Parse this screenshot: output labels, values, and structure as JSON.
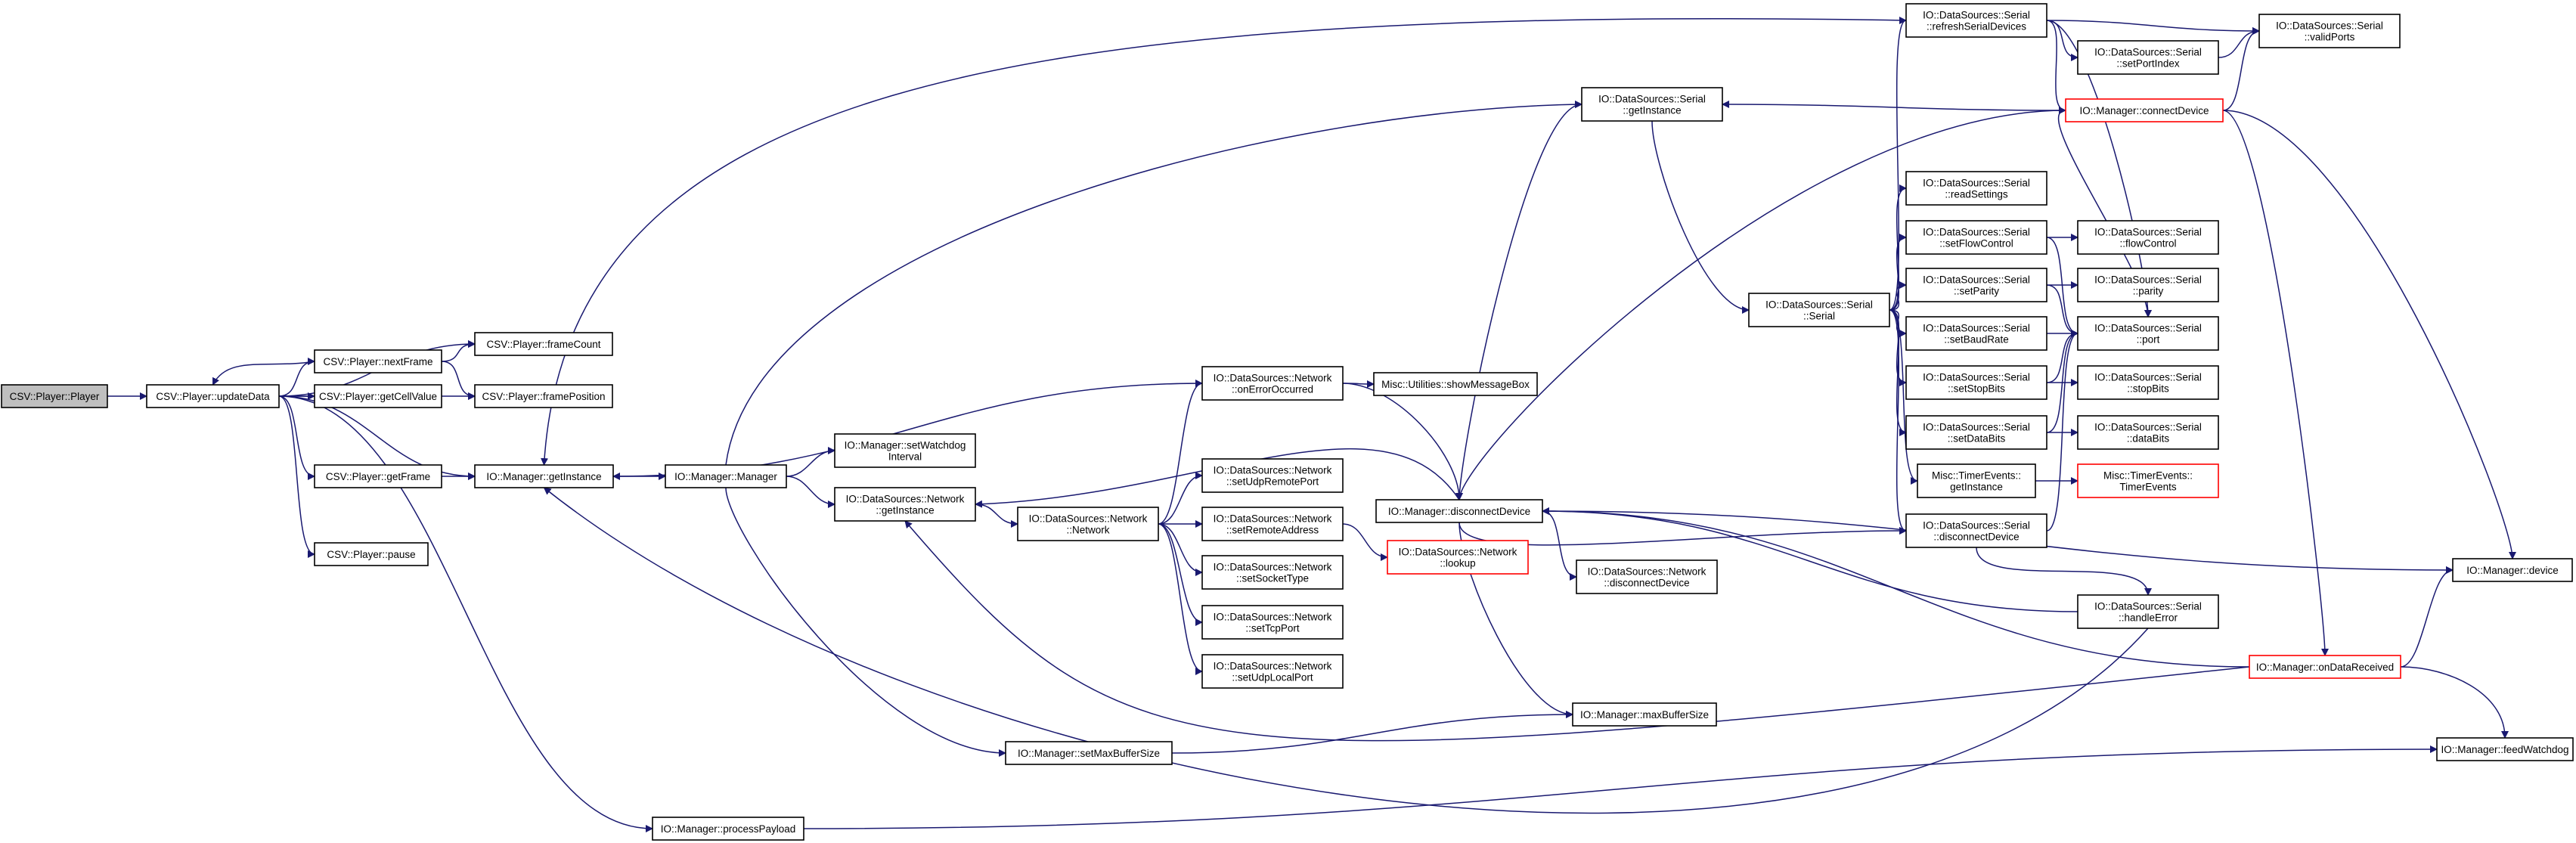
{
  "nodes": {
    "n_player": [
      "CSV::Player::Player"
    ],
    "n_update": [
      "CSV::Player::updateData"
    ],
    "n_framecount": [
      "CSV::Player::frameCount"
    ],
    "n_nextframe": [
      "CSV::Player::nextFrame"
    ],
    "n_getcell": [
      "CSV::Player::getCellValue"
    ],
    "n_framepos": [
      "CSV::Player::framePosition"
    ],
    "n_getframe": [
      "CSV::Player::getFrame"
    ],
    "n_pause": [
      "CSV::Player::pause"
    ],
    "n_mgr_getinst": [
      "IO::Manager::getInstance"
    ],
    "n_mgr_mgr": [
      "IO::Manager::Manager"
    ],
    "n_setwatchdog": [
      "IO::Manager::setWatchdog",
      "Interval"
    ],
    "n_net_getinst": [
      "IO::DataSources::Network",
      "::getInstance"
    ],
    "n_net_onerror": [
      "IO::DataSources::Network",
      "::onErrorOccurred"
    ],
    "n_showmsg": [
      "Misc::Utilities::showMessageBox"
    ],
    "n_net_network": [
      "IO::DataSources::Network",
      "::Network"
    ],
    "n_net_setudpremote": [
      "IO::DataSources::Network",
      "::setUdpRemotePort"
    ],
    "n_net_setremote": [
      "IO::DataSources::Network",
      "::setRemoteAddress"
    ],
    "n_net_setsock": [
      "IO::DataSources::Network",
      "::setSocketType"
    ],
    "n_net_settcp": [
      "IO::DataSources::Network",
      "::setTcpPort"
    ],
    "n_net_setudplocal": [
      "IO::DataSources::Network",
      "::setUdpLocalPort"
    ],
    "n_net_lookup": [
      "IO::DataSources::Network",
      "::lookup"
    ],
    "n_mgr_setmaxbuf": [
      "IO::Manager::setMaxBufferSize"
    ],
    "n_mgr_processpayload": [
      "IO::Manager::processPayload"
    ],
    "n_mgr_disconnect": [
      "IO::Manager::disconnectDevice"
    ],
    "n_net_disconnect": [
      "IO::DataSources::Network",
      "::disconnectDevice"
    ],
    "n_mgr_maxbuf": [
      "IO::Manager::maxBufferSize"
    ],
    "n_ser_getinst": [
      "IO::DataSources::Serial",
      "::getInstance"
    ],
    "n_ser_serial": [
      "IO::DataSources::Serial",
      "::Serial"
    ],
    "n_ser_refresh": [
      "IO::DataSources::Serial",
      "::refreshSerialDevices"
    ],
    "n_ser_setportindex": [
      "IO::DataSources::Serial",
      "::setPortIndex"
    ],
    "n_ser_validports": [
      "IO::DataSources::Serial",
      "::validPorts"
    ],
    "n_mgr_connect": [
      "IO::Manager::connectDevice"
    ],
    "n_ser_readsettings": [
      "IO::DataSources::Serial",
      "::readSettings"
    ],
    "n_ser_setflow": [
      "IO::DataSources::Serial",
      "::setFlowControl"
    ],
    "n_ser_flow": [
      "IO::DataSources::Serial",
      "::flowControl"
    ],
    "n_ser_setparity": [
      "IO::DataSources::Serial",
      "::setParity"
    ],
    "n_ser_parity": [
      "IO::DataSources::Serial",
      "::parity"
    ],
    "n_ser_setbaud": [
      "IO::DataSources::Serial",
      "::setBaudRate"
    ],
    "n_ser_port": [
      "IO::DataSources::Serial",
      "::port"
    ],
    "n_ser_setstop": [
      "IO::DataSources::Serial",
      "::setStopBits"
    ],
    "n_ser_stop": [
      "IO::DataSources::Serial",
      "::stopBits"
    ],
    "n_ser_setdata": [
      "IO::DataSources::Serial",
      "::setDataBits"
    ],
    "n_ser_data": [
      "IO::DataSources::Serial",
      "::dataBits"
    ],
    "n_timer_getinst": [
      "Misc::TimerEvents::",
      "getInstance"
    ],
    "n_timer_events": [
      "Misc::TimerEvents::",
      "TimerEvents"
    ],
    "n_ser_disconnect": [
      "IO::DataSources::Serial",
      "::disconnectDevice"
    ],
    "n_ser_handleerror": [
      "IO::DataSources::Serial",
      "::handleError"
    ],
    "n_mgr_ondata": [
      "IO::Manager::onDataReceived"
    ],
    "n_mgr_device": [
      "IO::Manager::device"
    ],
    "n_mgr_feedwatchdog": [
      "IO::Manager::feedWatchdog"
    ]
  },
  "colors": {
    "edge": "#191970",
    "highlight_border": "#ff0000",
    "start_fill": "#bfbfbf"
  }
}
